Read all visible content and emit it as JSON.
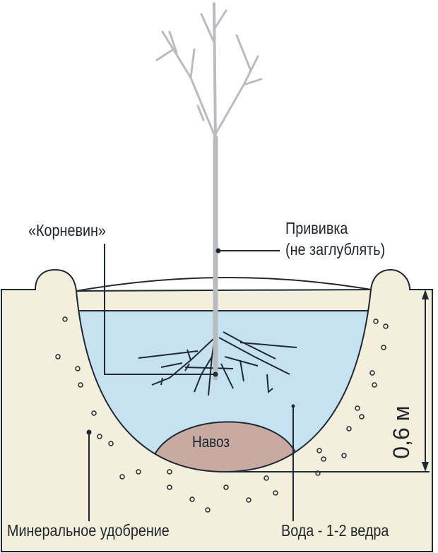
{
  "labels": {
    "kornevin": "«Корневин»",
    "grafting_line1": "Прививка",
    "grafting_line2": "(не заглублять)",
    "manure": "Навоз",
    "depth": "0,6 м",
    "mineral_fertilizer": "Минеральное удобрение",
    "water": "Вода - 1-2 ведра"
  },
  "colors": {
    "soil": "#f4eedc",
    "water": "#c6e2f0",
    "manure": "#c8aaa2",
    "outline": "#1e2a33",
    "tree": "#b8bcc0"
  }
}
